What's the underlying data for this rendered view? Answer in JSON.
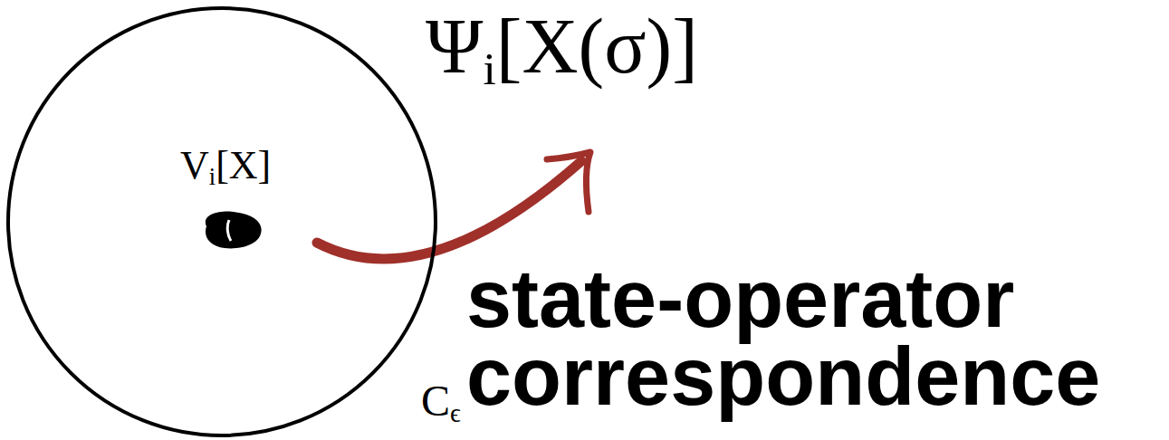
{
  "diagram": {
    "nodes": [
      {
        "text": [
          "Vi[X]",
          "Cϵ"
        ]
      }
    ],
    "labels": [
      "Ψi[X(σ)]",
      "state-operator correspondence"
    ]
  }
}
